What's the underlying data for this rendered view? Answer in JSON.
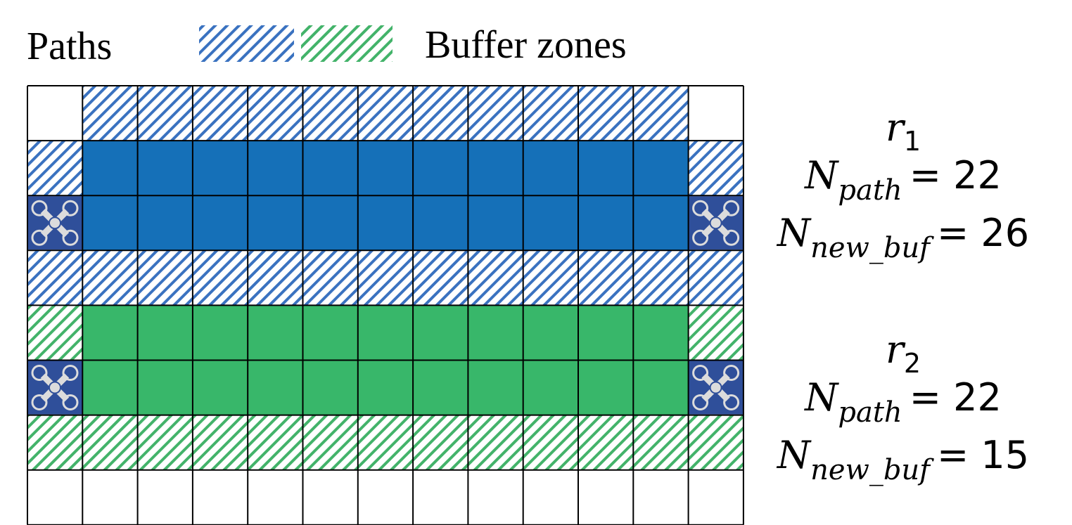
{
  "legend": {
    "paths_label": "Paths",
    "buffer_label": "Buffer zones",
    "blue_hatch_icon": "blue-hatch-swatch",
    "green_hatch_icon": "green-hatch-swatch"
  },
  "colors": {
    "blue_path": "#1570b8",
    "green_path": "#38b76a",
    "blue_hatch": "#3a72c0",
    "green_hatch": "#43b36a",
    "drone_bg": "#2f4f9a",
    "drone_fg": "#dcdcdc"
  },
  "grid": {
    "rows": 8,
    "cols": 13,
    "cells": [
      [
        "empty",
        "bh",
        "bh",
        "bh",
        "bh",
        "bh",
        "bh",
        "bh",
        "bh",
        "bh",
        "bh",
        "bh",
        "empty"
      ],
      [
        "bh",
        "bp",
        "bp",
        "bp",
        "bp",
        "bp",
        "bp",
        "bp",
        "bp",
        "bp",
        "bp",
        "bp",
        "bh"
      ],
      [
        "drone",
        "bp",
        "bp",
        "bp",
        "bp",
        "bp",
        "bp",
        "bp",
        "bp",
        "bp",
        "bp",
        "bp",
        "drone"
      ],
      [
        "bh",
        "bh",
        "bh",
        "bh",
        "bh",
        "bh",
        "bh",
        "bh",
        "bh",
        "bh",
        "bh",
        "bh",
        "bh"
      ],
      [
        "gh",
        "gp",
        "gp",
        "gp",
        "gp",
        "gp",
        "gp",
        "gp",
        "gp",
        "gp",
        "gp",
        "gp",
        "gh"
      ],
      [
        "drone",
        "gp",
        "gp",
        "gp",
        "gp",
        "gp",
        "gp",
        "gp",
        "gp",
        "gp",
        "gp",
        "gp",
        "drone"
      ],
      [
        "gh",
        "gh",
        "gh",
        "gh",
        "gh",
        "gh",
        "gh",
        "gh",
        "gh",
        "gh",
        "gh",
        "gh",
        "gh"
      ],
      [
        "empty",
        "empty",
        "empty",
        "empty",
        "empty",
        "empty",
        "empty",
        "empty",
        "empty",
        "empty",
        "empty",
        "empty",
        "empty"
      ]
    ]
  },
  "robots": [
    {
      "name_base": "r",
      "name_sub": "1",
      "npath_base": "N",
      "npath_sub": "path",
      "npath_value": "= 22",
      "nbuf_base": "N",
      "nbuf_sub": "new_buf",
      "nbuf_value": "= 26"
    },
    {
      "name_base": "r",
      "name_sub": "2",
      "npath_base": "N",
      "npath_sub": "path",
      "npath_value": "= 22",
      "nbuf_base": "N",
      "nbuf_sub": "new_buf",
      "nbuf_value": "= 15"
    }
  ]
}
